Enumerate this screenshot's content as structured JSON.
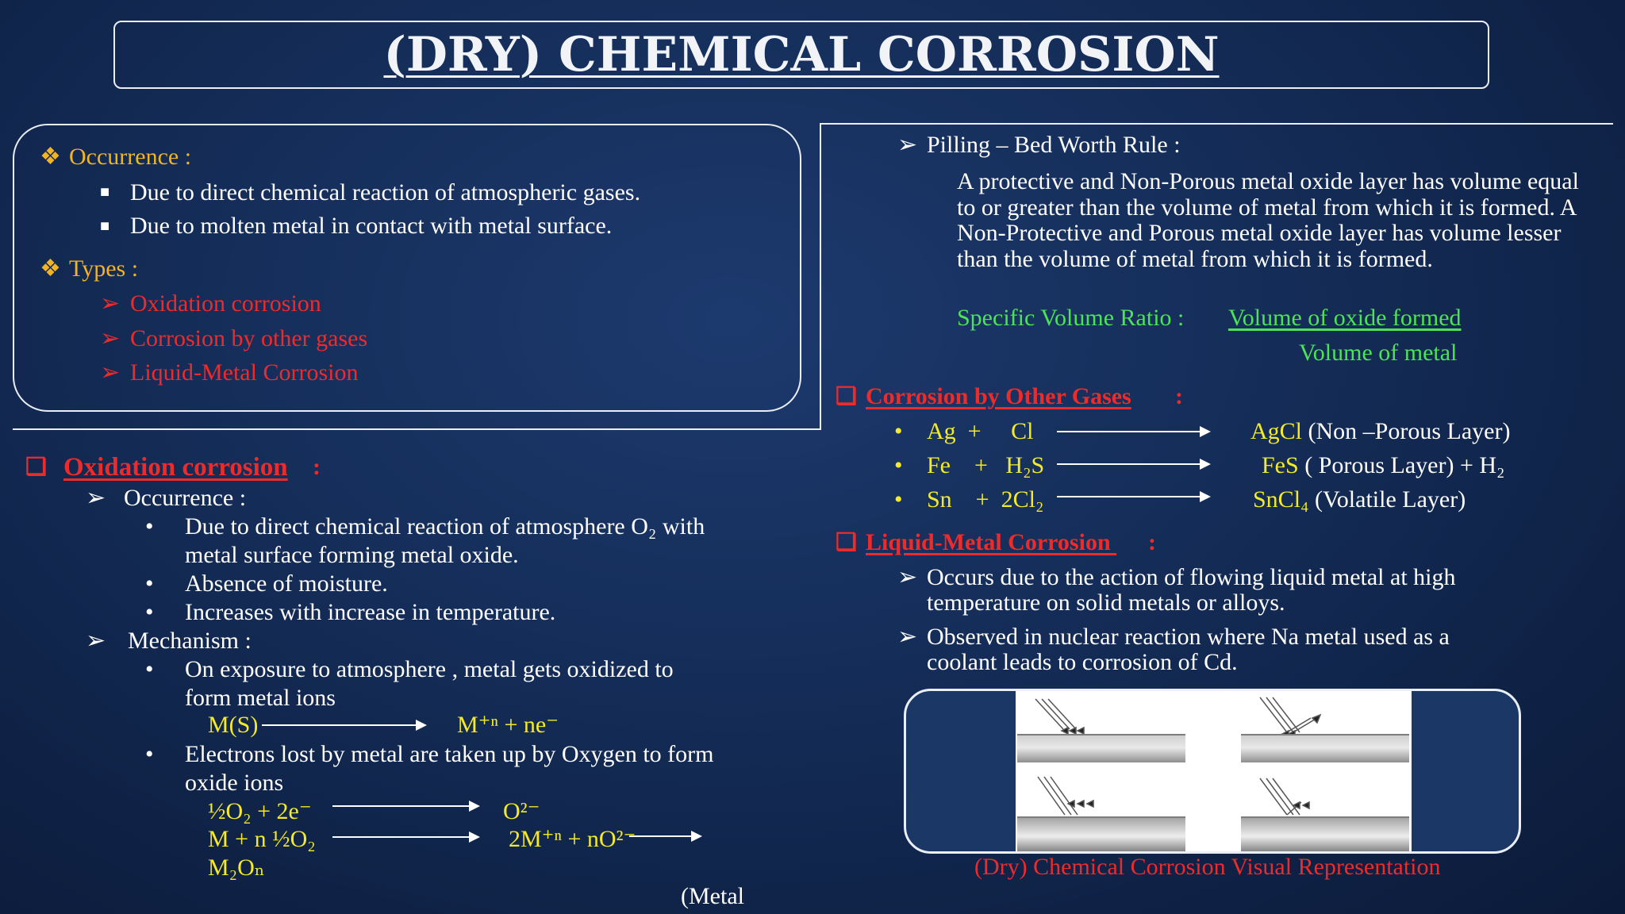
{
  "title": "(DRY) CHEMICAL CORROSION",
  "summary_box": {
    "occurrence_heading": "Occurrence :",
    "occurrence_items": [
      "Due to direct chemical reaction of atmospheric gases.",
      "Due to molten metal in contact with metal surface."
    ],
    "types_heading": "Types :",
    "types_items": [
      "Oxidation corrosion",
      "Corrosion by other gases",
      "Liquid-Metal Corrosion"
    ]
  },
  "oxidation": {
    "heading": "Oxidation corrosion",
    "heading_suffix": ":",
    "occurrence_label": "Occurrence :",
    "occurrence_bullets": [
      "Due to direct chemical reaction of atmosphere O₂ with",
      "metal surface forming metal oxide.",
      "Absence of moisture.",
      "Increases with increase in temperature."
    ],
    "mechanism_label": "Mechanism :",
    "mechanism_bullet1": [
      "On exposure to atmosphere , metal gets oxidized to",
      "form metal ions"
    ],
    "eq1_left": "M(S)",
    "eq1_right": "M⁺ⁿ + ne⁻",
    "mechanism_bullet2": [
      "Electrons lost by metal are taken up by Oxygen to form",
      "oxide ions"
    ],
    "eq2_left": "½O₂  + 2e⁻",
    "eq2_right": "O²⁻",
    "eq3_left": "M + n ½O₂",
    "eq3_right": "2M⁺ⁿ + nO²⁻",
    "eq4": "M₂Oₙ",
    "metal_note": "(Metal"
  },
  "pilling": {
    "label": "Pilling – Bed Worth Rule :",
    "paragraph": "A protective and Non-Porous metal oxide layer has volume equal to or greater than the volume of metal from which it is formed. A Non-Protective and Porous metal oxide layer has volume lesser than the volume of metal from which it is formed.",
    "ratio_label": "Specific Volume Ratio :",
    "ratio_numerator": "Volume of oxide formed",
    "ratio_denominator": "Volume of metal"
  },
  "other_gases": {
    "heading": "Corrosion by Other Gases",
    "heading_suffix": ":",
    "reactions": [
      {
        "reactants": "Ag  +     Cl",
        "product": "AgCl",
        "note": " (Non –Porous Layer)"
      },
      {
        "reactants": "Fe    +   H₂S",
        "product": "FeS",
        "note": " ( Porous Layer) + H₂"
      },
      {
        "reactants": "Sn    +  2Cl₂",
        "product": "SnCl₄",
        "note": " (Volatile Layer)"
      }
    ]
  },
  "liquid_metal": {
    "heading": "Liquid-Metal Corrosion ",
    "heading_suffix": ":",
    "points": [
      [
        "Occurs due to the action of flowing liquid metal at high",
        "temperature on solid metals or alloys."
      ],
      [
        "Observed in nuclear reaction where Na metal used as a",
        "coolant leads to corrosion of Cd."
      ]
    ]
  },
  "figure_caption": "(Dry) Chemical Corrosion Visual Representation"
}
